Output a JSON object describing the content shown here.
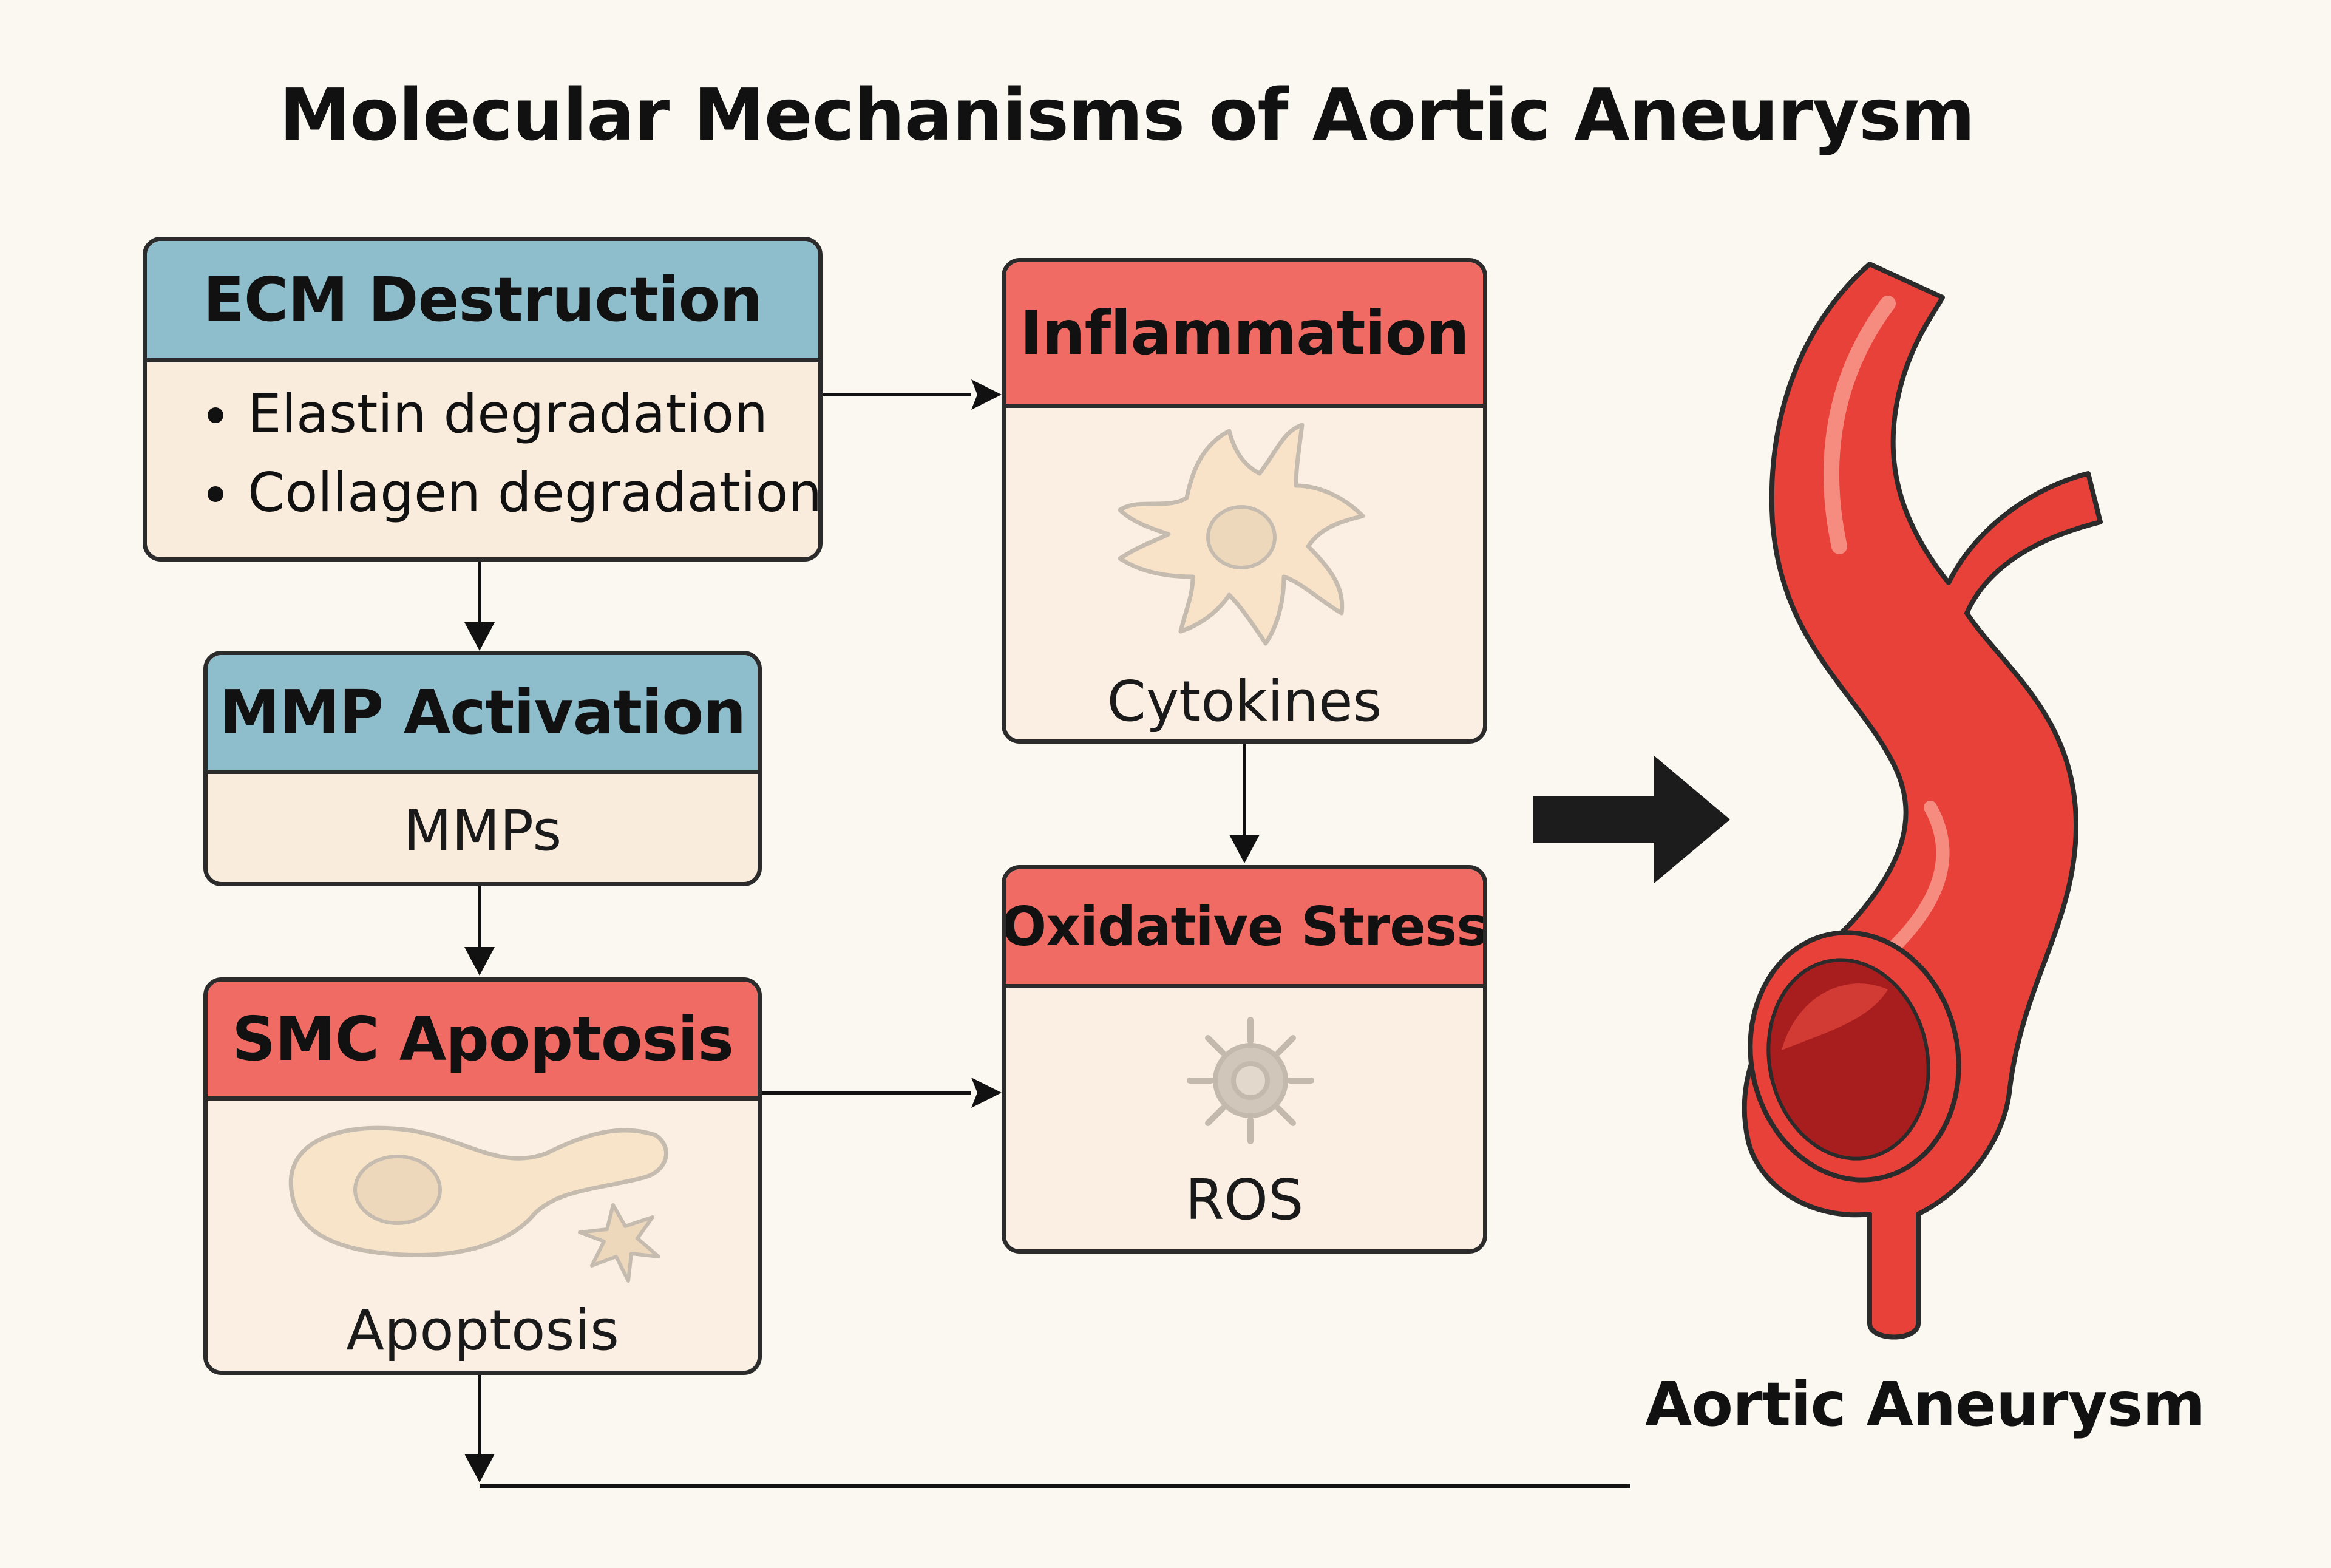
{
  "title": "Molecular Mechanisms of Aortic Aneurysm",
  "boxes": {
    "ecm": {
      "header": "ECM Destruction",
      "items": [
        "Elastin degradation",
        "Collagen degradation"
      ]
    },
    "mmp": {
      "header": "MMP Activation",
      "body": "MMPs"
    },
    "smc": {
      "header": "SMC Apoptosis",
      "body": "Apoptosis"
    },
    "inflammation": {
      "header": "Inflammation",
      "body": "Cytokines"
    },
    "oxidative": {
      "header": "Oxidative Stress",
      "body": "ROS"
    }
  },
  "outcome": {
    "label": "Aortic Aneurysm"
  },
  "icons": [
    "cytokine-cell-icon",
    "ros-particle-icon",
    "apoptotic-cell-icon",
    "aorta-illustration"
  ],
  "colors": {
    "background": "#fbf8f1",
    "header_blue": "#8ebdcc",
    "header_red": "#ef6b63",
    "box_body": "#f9ecdc",
    "aorta": "#e8413a",
    "cell": "#f2c98e",
    "ros": "#4a4a4a"
  }
}
